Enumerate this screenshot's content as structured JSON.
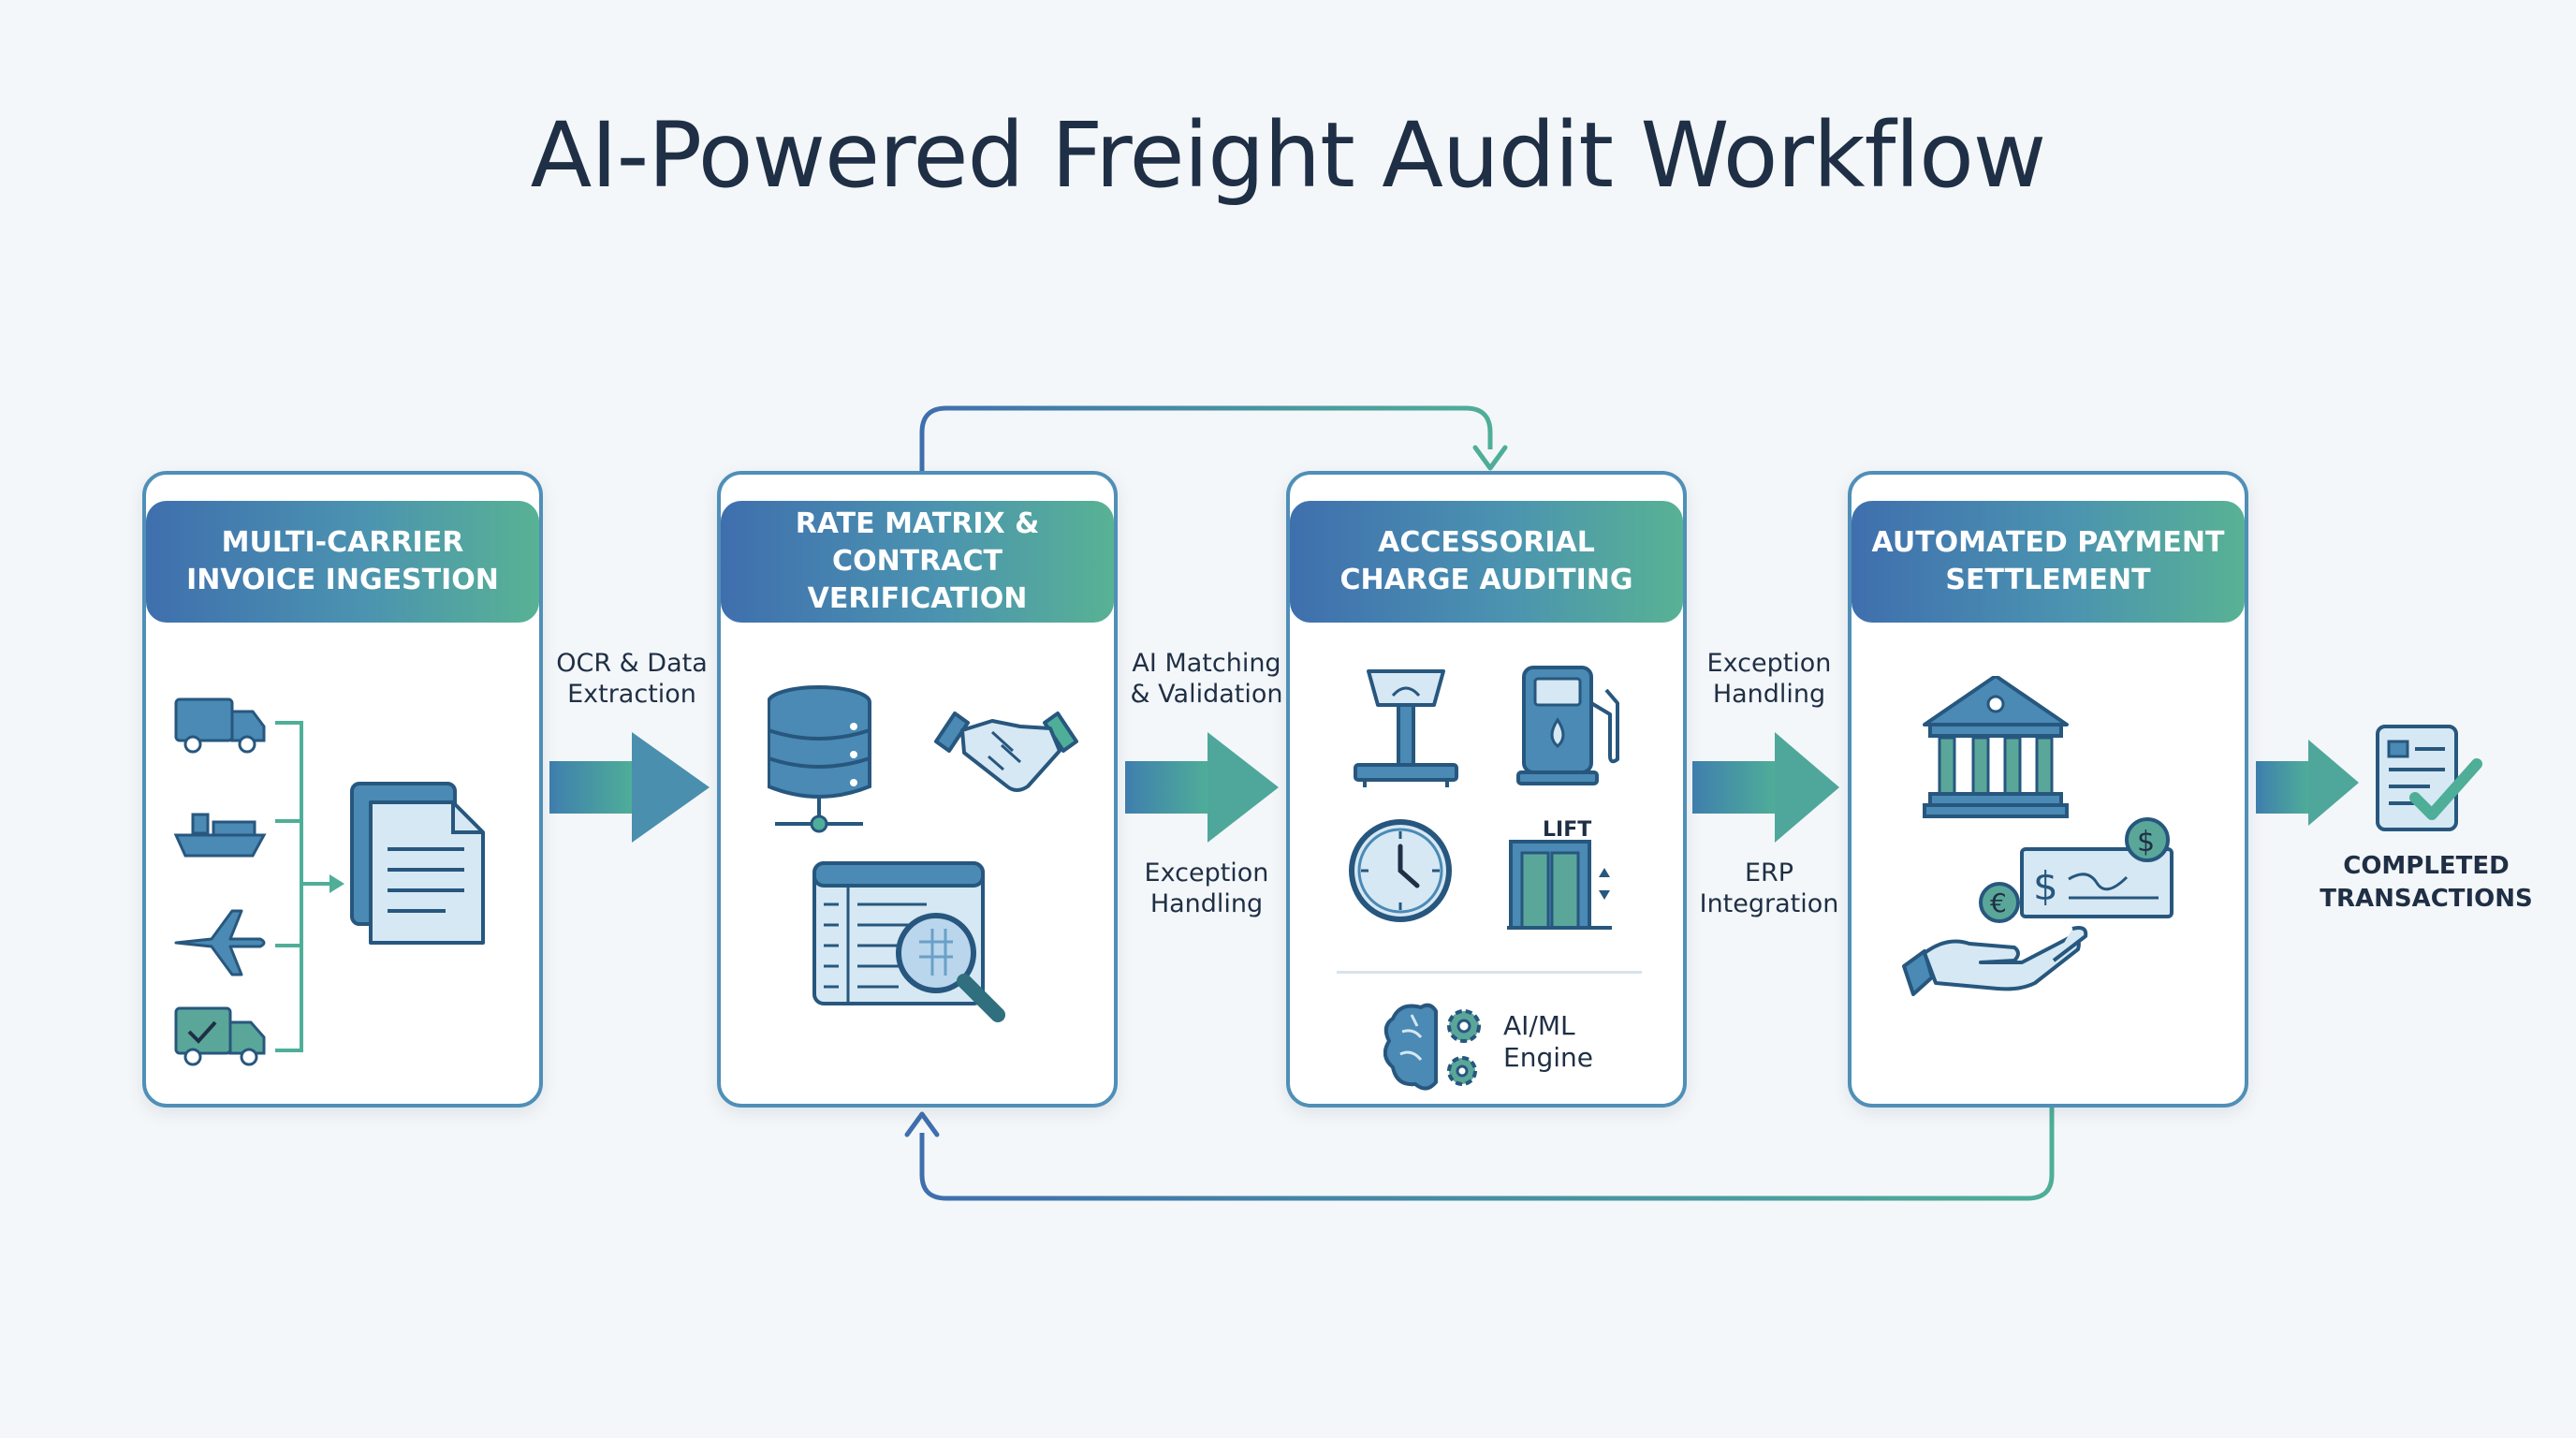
{
  "title": "AI-Powered Freight Audit Workflow",
  "colors": {
    "navy": "#1f2f45",
    "blue": "#3f6fae",
    "teal": "#4b93b0",
    "green": "#58b294",
    "icon_fill": "#d6e8f4"
  },
  "stages": [
    {
      "title": "MULTI-CARRIER\nINVOICE INGESTION",
      "icons": [
        "truck-icon",
        "cargo-ship-icon",
        "airplane-icon",
        "delivery-truck-check-icon",
        "invoice-documents-icon"
      ]
    },
    {
      "title": "RATE MATRIX &\nCONTRACT VERIFICATION",
      "icons": [
        "database-icon",
        "handshake-icon",
        "spreadsheet-magnifier-icon"
      ]
    },
    {
      "title": "ACCESSORIAL\nCHARGE AUDITING",
      "icons": [
        "scale-icon",
        "fuel-pump-icon",
        "clock-icon",
        "lift-icon",
        "ai-brain-gears-icon"
      ],
      "lift_label": "LIFT",
      "engine_label": "AI/ML\nEngine"
    },
    {
      "title": "AUTOMATED PAYMENT\nSETTLEMENT",
      "icons": [
        "bank-icon",
        "dollar-check-icon",
        "euro-coin-icon",
        "hand-payment-icon"
      ]
    }
  ],
  "connectors": [
    {
      "top": "OCR & Data\nExtraction"
    },
    {
      "top": "AI Matching\n& Validation",
      "bottom": "Exception\nHandling"
    },
    {
      "top": "Exception\nHandling",
      "bottom": "ERP\nIntegration"
    }
  ],
  "end": {
    "label": "COMPLETED\nTRANSACTIONS",
    "icon": "approved-document-icon"
  }
}
